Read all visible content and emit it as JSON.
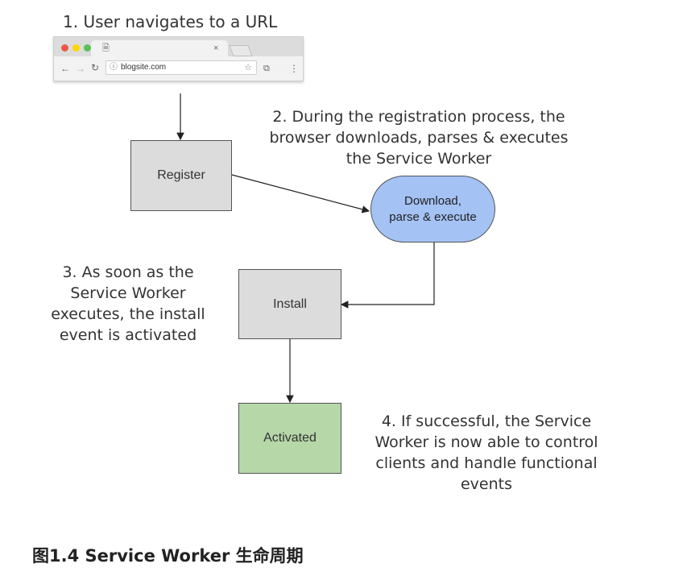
{
  "steps": {
    "step1": "1.   User navigates to a URL",
    "step2": [
      "2. During the registration process, the",
      "browser downloads, parses & executes",
      "the Service Worker"
    ],
    "step3": [
      "3. As soon as the",
      "Service Worker",
      "executes, the install",
      "event is activated"
    ],
    "step4": [
      "4. If successful, the Service",
      "Worker is now able to control",
      "clients and handle functional",
      "events"
    ]
  },
  "browser": {
    "url": "blogsite.com",
    "dot_colors": [
      "#ed594a",
      "#fdd800",
      "#5ac05a"
    ],
    "icons": [
      "back-arrow-icon",
      "forward-arrow-icon",
      "reload-icon",
      "info-icon",
      "star-icon",
      "cast-icon",
      "menu-dots-icon",
      "page-icon",
      "close-tab-icon"
    ]
  },
  "nodes": {
    "register": "Register",
    "download": [
      "Download,",
      "parse & execute"
    ],
    "install": "Install",
    "activated": "Activated"
  },
  "colors": {
    "process_box": "#dcdcdc",
    "download_pill": "#a4c2f4",
    "activated_box": "#b6d7a8"
  },
  "caption": "图1.4 Service Worker 生命周期"
}
